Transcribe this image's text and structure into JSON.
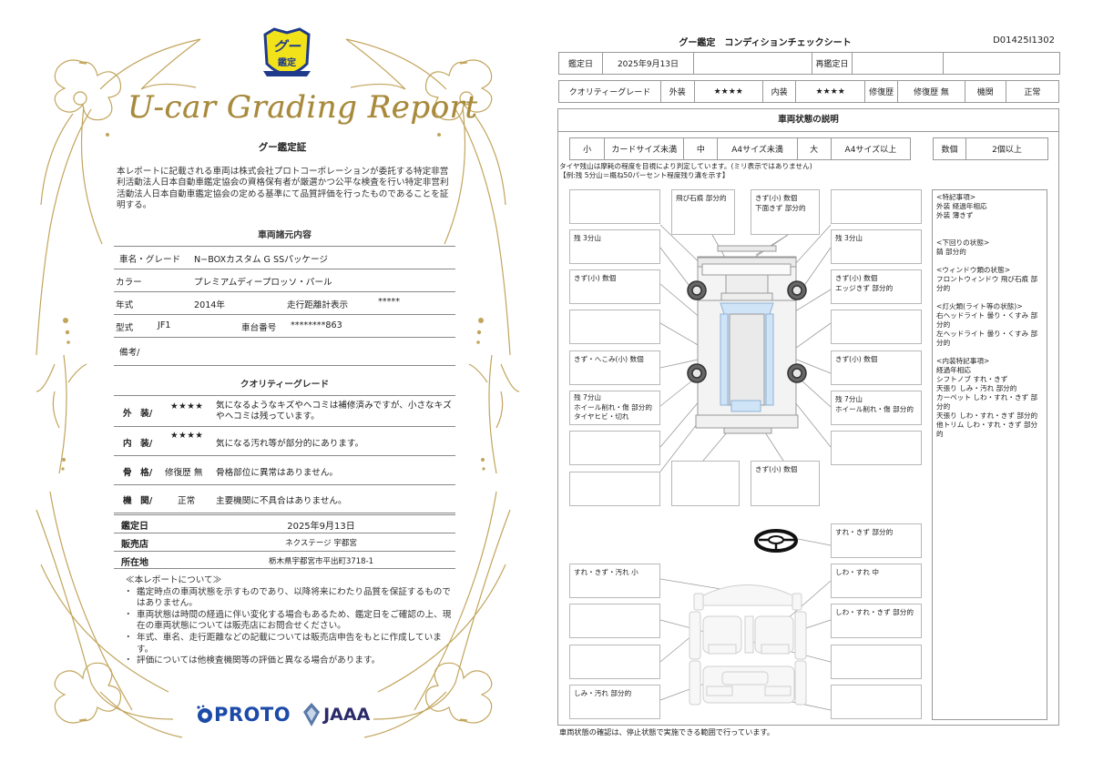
{
  "certificate": {
    "emblem": {
      "top_text": "グー",
      "bottom_text": "鑑定",
      "colors": {
        "fill": "#f2e21a",
        "border": "#1f3a8a"
      }
    },
    "script_title": "U-car Grading Report",
    "title": "グー鑑定証",
    "body": "本レポートに記載される車両は株式会社プロトコーポレーションが委託する特定非営利活動法人日本自動車鑑定協会の資格保有者が厳選かつ公平な検査を行い特定非営利活動法人日本自動車鑑定協会の定める基準にて品質評価を行ったものであることを証明する。",
    "vehicle_section": {
      "heading": "車両諸元内容",
      "name_label": "車名・グレード",
      "name_value": "N−BOXカスタム G SSパッケージ",
      "color_label": "カラー",
      "color_value": "プレミアムディープロッソ・パール",
      "year_label": "年式",
      "year_value": "2014年",
      "odometer_label": "走行距離計表示",
      "odometer_value": "*****",
      "model_label": "型式",
      "model_value": "JF1",
      "chassis_label": "車台番号",
      "chassis_value": "********863",
      "remarks_label": "備考/"
    },
    "quality_section": {
      "heading": "クオリティーグレード",
      "rows": [
        {
          "label": "外　装/",
          "grade": "★★★★",
          "desc": "気になるようなキズやヘコミは補修済みですが、小さなキズやヘコミは残っています。"
        },
        {
          "label": "内　装/",
          "grade": "★★★★",
          "desc": "気になる汚れ等が部分的にあります。"
        },
        {
          "label": "骨　格/",
          "grade": "修復歴 無",
          "desc": "骨格部位に異常はありません。"
        },
        {
          "label": "機　関/",
          "grade": "正常",
          "desc": "主要機関に不具合はありません。"
        }
      ]
    },
    "sales": {
      "date_label": "鑑定日",
      "date_value": "2025年9月13日",
      "dealer_label": "販売店",
      "dealer_value": "ネクステージ 宇都宮",
      "address_label": "所在地",
      "address_value": "栃木県宇都宮市平出町3718-1"
    },
    "notes": {
      "heading": "≪本レポートについて≫",
      "items": [
        "鑑定時点の車両状態を示すものであり、以降将来にわたり品質を保証するものではありません。",
        "車両状態は時間の経過に伴い変化する場合もあるため、鑑定日をご確認の上、現在の車両状態については販売店にお問合せください。",
        "年式、車名、走行距離などの記載については販売店申告をもとに作成しています。",
        "評価については他検査機関等の評価と異なる場合があります。"
      ]
    },
    "logos": {
      "proto": "PROTO",
      "jaaa": "JAAA"
    },
    "colors": {
      "gold": "#b89a4e",
      "text": "#222222"
    }
  },
  "check_sheet": {
    "title": "グー鑑定　コンディションチェックシート",
    "doc_id": "D01425I1302",
    "header": {
      "appraisal_date_label": "鑑定日",
      "appraisal_date_value": "2025年9月13日",
      "reappraisal_label": "再鑑定日",
      "reappraisal_value": ""
    },
    "grade_row": {
      "label": "クオリティーグレード",
      "exterior_label": "外装",
      "exterior_value": "★★★★",
      "interior_label": "内装",
      "interior_value": "★★★★",
      "repair_label": "修復歴",
      "repair_value": "修復歴 無",
      "engine_label": "機関",
      "engine_value": "正常"
    },
    "panel_title": "車両状態の説明",
    "size_legend": {
      "small_label": "小",
      "small_value": "カードサイズ未満",
      "medium_label": "中",
      "medium_value": "A4サイズ未満",
      "large_label": "大",
      "large_value": "A4サイズ以上",
      "several_label": "数個",
      "several_value": "2個以上"
    },
    "tire_note_1": "タイヤ残山は摩耗の程度を目視により判定しています。(ミリ表示ではありません)",
    "tire_note_2": "【例:残 5分山＝概ね50パーセント程度残り溝を示す】",
    "exterior_boxes": {
      "top_left": "",
      "front_center": "飛び石痕 部分的",
      "front_bumper": [
        "きず(小) 数個",
        "下面きず 部分的"
      ],
      "top_right": "",
      "left_front_tire": "残 3分山",
      "right_front_tire": "残 3分山",
      "left_front_fender": "きず(小) 数個",
      "right_front_fender": [
        "きず(小) 数個",
        "エッジきず 部分的"
      ],
      "left_front_door": "",
      "right_front_door": "",
      "left_rear_door": "きず・へこみ(小) 数個",
      "right_rear_door": "きず(小) 数個",
      "left_rear_tire": [
        "残 7分山",
        "ホイール削れ・傷 部分的",
        "タイヤヒビ・切れ"
      ],
      "right_rear_tire": [
        "残 7分山",
        "ホイール削れ・傷 部分的"
      ],
      "left_rear_quarter": "",
      "right_rear_quarter": "",
      "left_bottom": "",
      "rear_center": "",
      "rear_bumper": "きず(小) 数個"
    },
    "interior_boxes": {
      "steering": "すれ・きず 部分的",
      "ceiling": "すれ・きず・汚れ 小",
      "front_left_seat": "",
      "left_pillar": "",
      "rear_seat": "しみ・汚れ 部分的",
      "front_right_seat": "しわ・すれ 中",
      "right_door_trim": "しわ・すれ・きず 部分的",
      "center_console": "",
      "rear_floor": ""
    },
    "remarks": [
      {
        "heading": "<特記事項>",
        "lines": [
          "外装 経過年相応",
          "外装 薄きず"
        ]
      },
      {
        "heading": "<下回りの状態>",
        "lines": [
          "錆 部分的"
        ]
      },
      {
        "heading": "<ウィンドウ類の状態>",
        "lines": [
          "フロントウィンドウ 飛び石痕 部分的"
        ]
      },
      {
        "heading": "<灯火類(ライト等の状態)>",
        "lines": [
          "右ヘッドライト 曇り・くすみ 部分的",
          "左ヘッドライト 曇り・くすみ 部分的"
        ]
      },
      {
        "heading": "<内装特記事項>",
        "lines": [
          "経過年相応",
          "シフトノブ すれ・きず",
          "天張り しみ・汚れ 部分的",
          "カーペット しわ・すれ・きず 部分的",
          "天張り しわ・すれ・きず 部分的",
          "他トリム しわ・すれ・きず 部分的"
        ]
      }
    ],
    "footer": "車両状態の確認は、停止状態で実施できる範囲で行っています。",
    "colors": {
      "border": "#999999",
      "glass": "#cfe4f7"
    }
  }
}
